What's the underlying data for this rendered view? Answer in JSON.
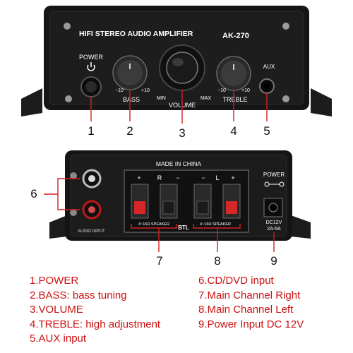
{
  "front_panel": {
    "title": "HIFI STEREO AUDIO AMPLIFIER",
    "model": "AK-270",
    "power_label": "POWER",
    "bass": {
      "label": "BASS",
      "min": "−10",
      "max": "+10"
    },
    "volume": {
      "label": "VOLUME",
      "min": "MIN",
      "max": "MAX"
    },
    "treble": {
      "label": "TREBLE",
      "min": "−10",
      "max": "+10"
    },
    "aux_label": "AUX"
  },
  "back_panel": {
    "made_in": "MADE IN CHINA",
    "terminal_signs": [
      "+",
      "R",
      "−",
      "−",
      "L",
      "+"
    ],
    "speaker_left": "4~16Ω SPEAKER",
    "speaker_right": "4~16Ω SPEAKER",
    "btl": "BTL",
    "audio_input": "AUDIO INPUT",
    "power_label": "POWER",
    "dc_rating_1": "DC12V",
    "dc_rating_2": "2A-5A"
  },
  "callouts": {
    "front": [
      "1",
      "2",
      "3",
      "4",
      "5"
    ],
    "back": [
      "6",
      "7",
      "8",
      "9"
    ]
  },
  "legend": {
    "left": [
      "1.POWER",
      "2.BASS: bass tuning",
      "3.VOLUME",
      "4.TREBLE: high adjustment",
      "5.AUX input"
    ],
    "right": [
      "6.CD/DVD input",
      "7.Main Channel Right",
      "8.Main Channel Left",
      "9.Power Input DC 12V"
    ]
  },
  "colors": {
    "callout_line": "#d42020",
    "legend_text": "#cc1111",
    "chassis": "#141414"
  }
}
